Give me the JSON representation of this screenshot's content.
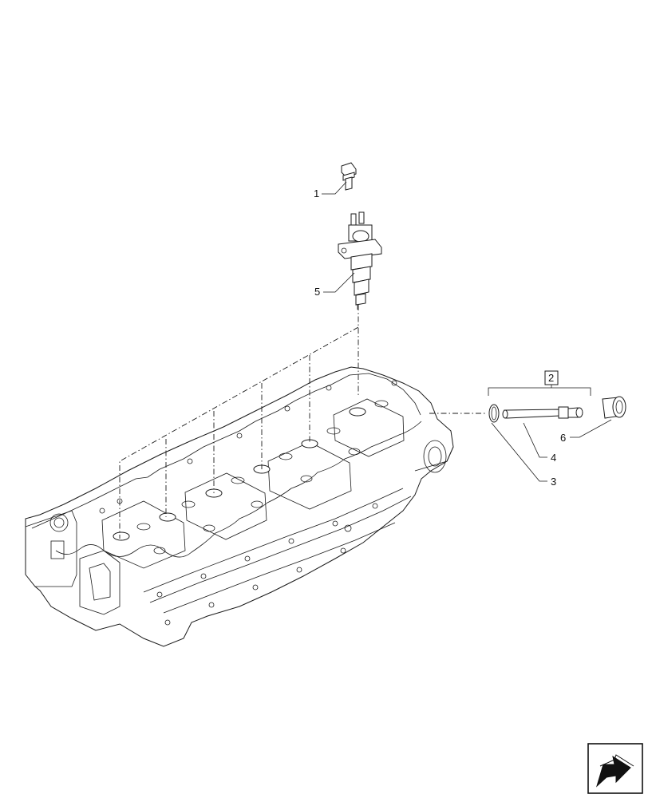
{
  "callouts": {
    "c1": "1",
    "c2": "2",
    "c3": "3",
    "c4": "4",
    "c5": "5",
    "c6": "6"
  },
  "parts": {
    "p1": "screw-bolt",
    "p2": "injector-connector-kit",
    "p3": "o-ring",
    "p4": "injector-connector-tube",
    "p5": "fuel-injector",
    "p6": "connector-nut"
  },
  "nav_icon": "next-page-arrow-icon"
}
